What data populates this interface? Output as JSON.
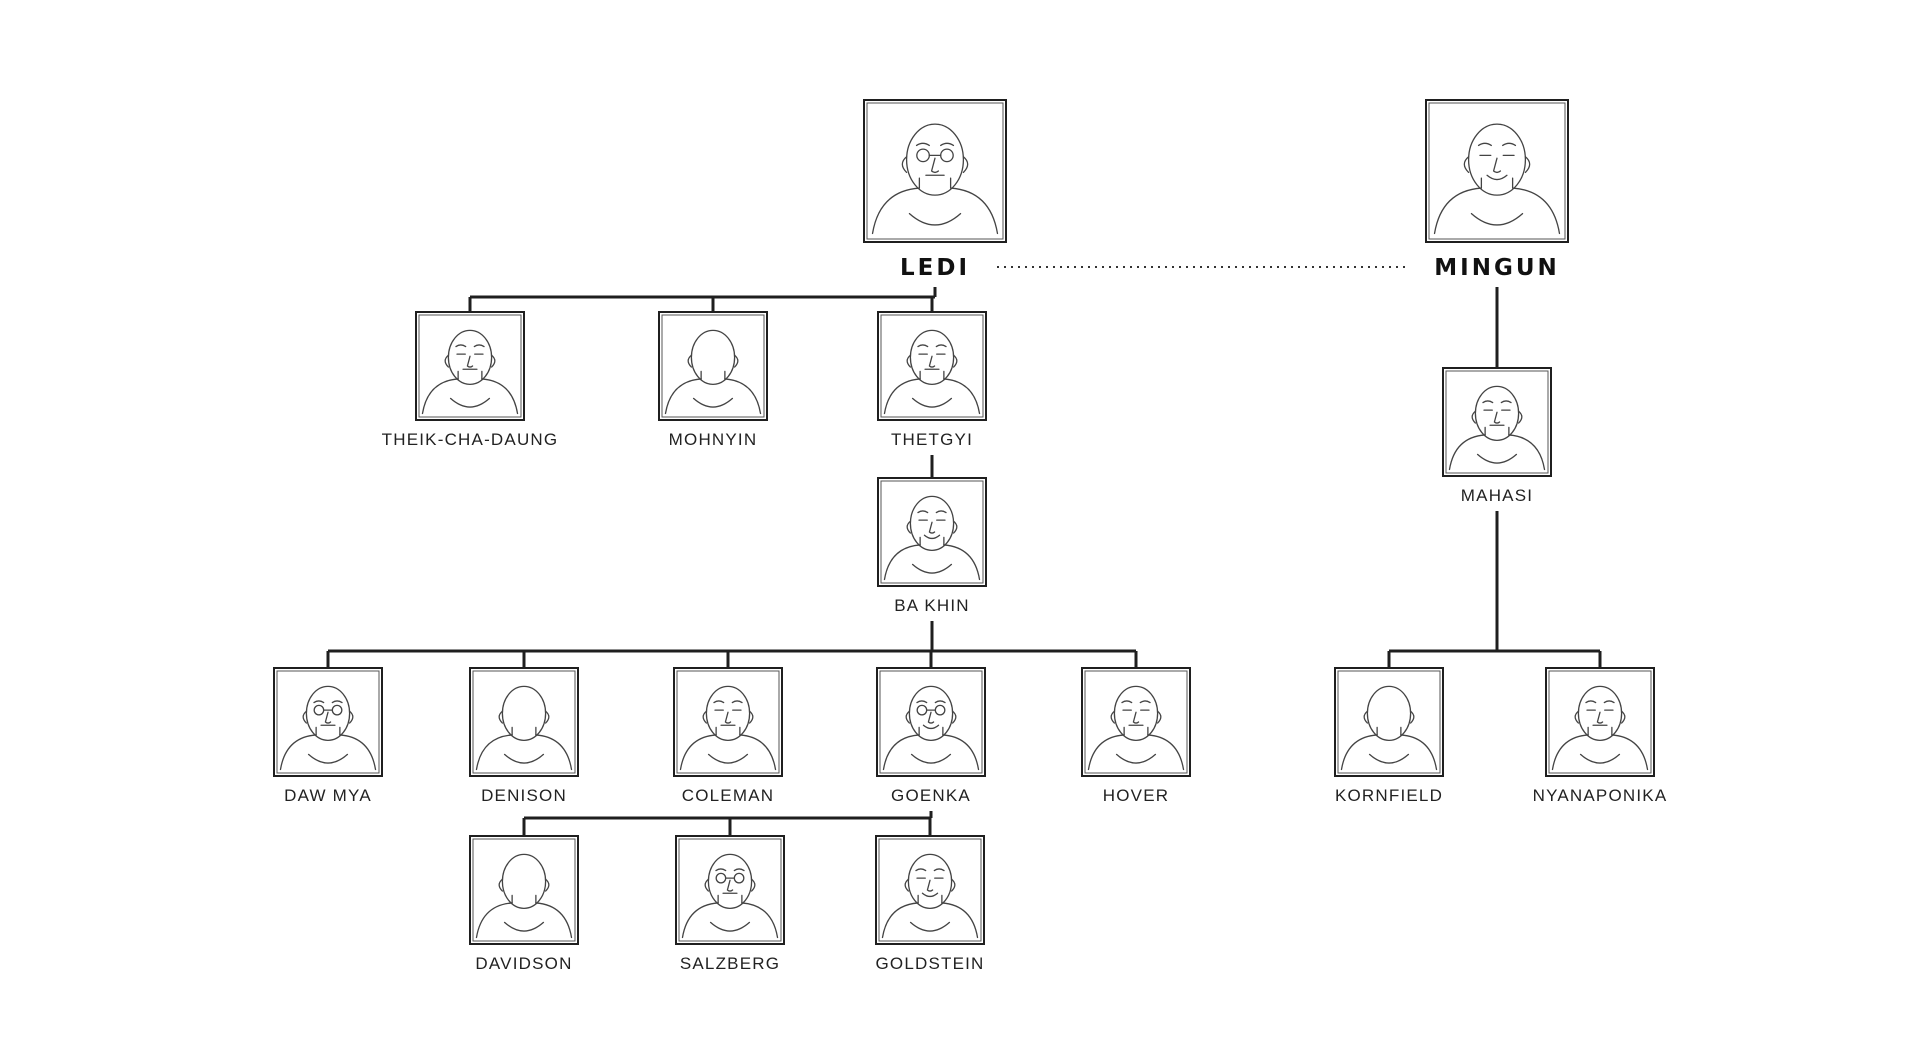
{
  "diagram": {
    "type": "lineage-tree",
    "people": [
      {
        "id": "ledi",
        "name": "LEDI",
        "root": true
      },
      {
        "id": "mingun",
        "name": "MINGUN",
        "root": true
      },
      {
        "id": "theik",
        "name": "THEIK-CHA-DAUNG"
      },
      {
        "id": "mohnyin",
        "name": "MOHNYIN"
      },
      {
        "id": "thetgyi",
        "name": "THETGYI"
      },
      {
        "id": "bakhin",
        "name": "BA KHIN"
      },
      {
        "id": "dawmya",
        "name": "DAW MYA"
      },
      {
        "id": "denison",
        "name": "DENISON"
      },
      {
        "id": "coleman",
        "name": "COLEMAN"
      },
      {
        "id": "goenka",
        "name": "GOENKA"
      },
      {
        "id": "hover",
        "name": "HOVER"
      },
      {
        "id": "davidson",
        "name": "DAVIDSON"
      },
      {
        "id": "salzberg",
        "name": "SALZBERG"
      },
      {
        "id": "goldstein",
        "name": "GOLDSTEIN"
      },
      {
        "id": "mahasi",
        "name": "MAHASI"
      },
      {
        "id": "kornfield",
        "name": "KORNFIELD"
      },
      {
        "id": "nyanaponika",
        "name": "NYANAPONIKA"
      }
    ],
    "relations": [
      {
        "parent": "ledi",
        "children": [
          "theik",
          "mohnyin",
          "thetgyi"
        ]
      },
      {
        "parent": "thetgyi",
        "children": [
          "bakhin"
        ]
      },
      {
        "parent": "bakhin",
        "children": [
          "dawmya",
          "denison",
          "coleman",
          "goenka",
          "hover"
        ]
      },
      {
        "parent": "goenka",
        "children": [
          "davidson",
          "salzberg",
          "goldstein"
        ]
      },
      {
        "parent": "mingun",
        "children": [
          "mahasi"
        ]
      },
      {
        "parent": "mahasi",
        "children": [
          "kornfield",
          "nyanaponika"
        ]
      }
    ],
    "peer_links": [
      {
        "from": "ledi",
        "to": "mingun",
        "style": "dotted"
      }
    ],
    "colors": {
      "line": "#1f1f1f",
      "text": "#222222",
      "background": "#ffffff"
    }
  }
}
